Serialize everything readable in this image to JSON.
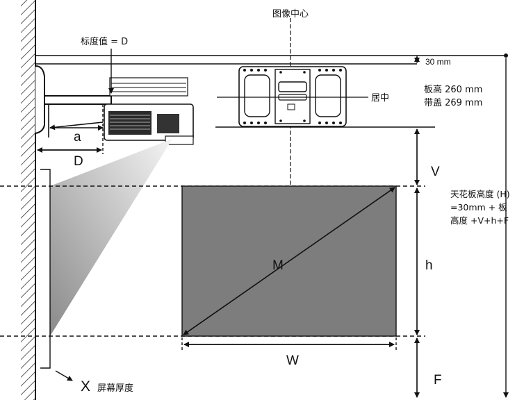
{
  "labels": {
    "image_center": "图像中心",
    "scale_value": "标度值 = D",
    "center": "居中",
    "gap_30mm": "30 mm",
    "plate_height": "板高 260 mm",
    "with_cover": "带盖 269 mm",
    "ceiling_height_line1": "天花板高度 (H)",
    "ceiling_height_line2": "=30mm + 板",
    "ceiling_height_line3": "高度 +V+h+F",
    "a": "a",
    "D": "D",
    "V": "V",
    "h": "h",
    "M": "M",
    "W": "W",
    "F": "F",
    "X": "X",
    "screen_thickness": "屏幕厚度"
  },
  "colors": {
    "screen_fill": "#7d7d7d",
    "line": "#111111",
    "beam_dark": "#9a9a9a",
    "beam_light": "#f2f2f2"
  }
}
